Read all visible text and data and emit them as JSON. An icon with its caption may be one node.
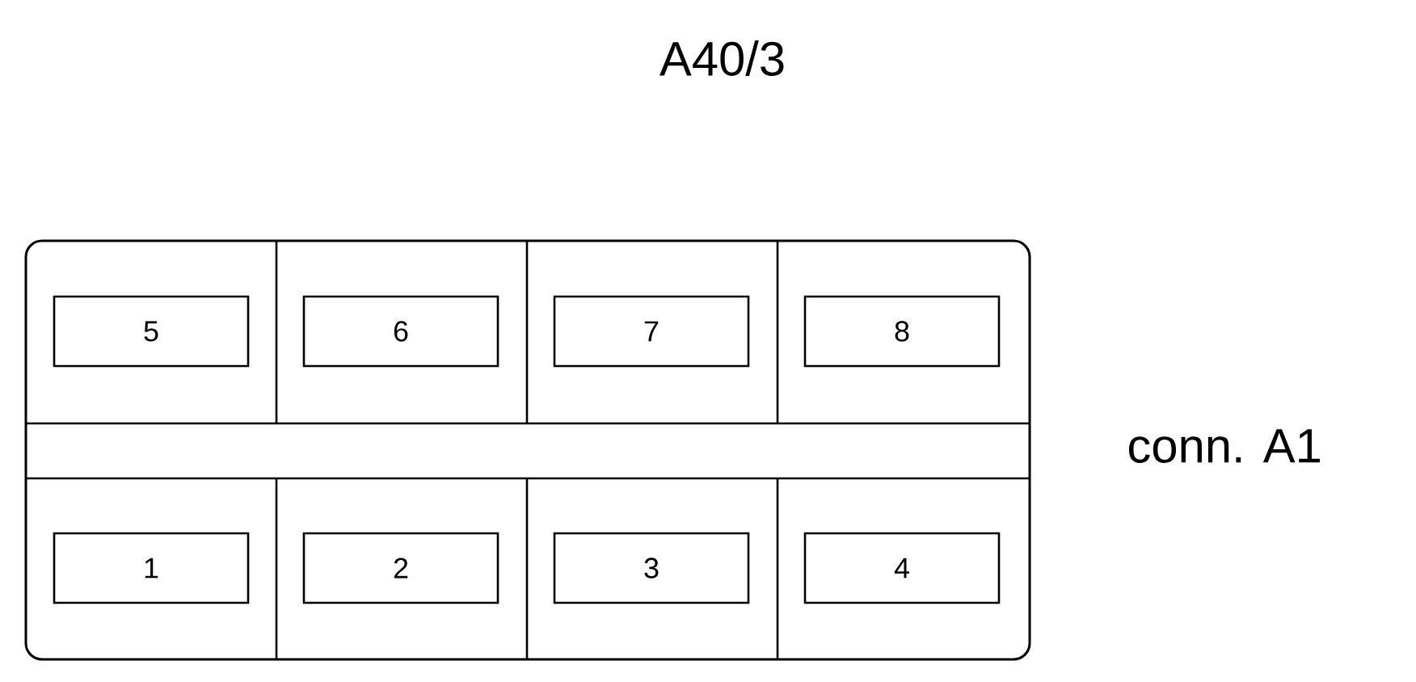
{
  "diagram": {
    "title": "A40/3",
    "nodes": [
      {
        "text": [],
        "shape": "box",
        "beside": [
          "conn. A1"
        ]
      },
      {
        "text": [
          "5"
        ],
        "in": 0
      },
      {
        "text": [
          "6"
        ],
        "in": 0
      },
      {
        "text": [
          "7"
        ],
        "in": 0
      },
      {
        "text": [
          "8"
        ],
        "in": 0
      },
      {
        "text": [
          "1"
        ],
        "in": 0
      },
      {
        "text": [
          "2"
        ],
        "in": 0
      },
      {
        "text": [
          "3"
        ],
        "in": 0
      },
      {
        "text": [
          "4"
        ],
        "in": 0
      }
    ]
  }
}
